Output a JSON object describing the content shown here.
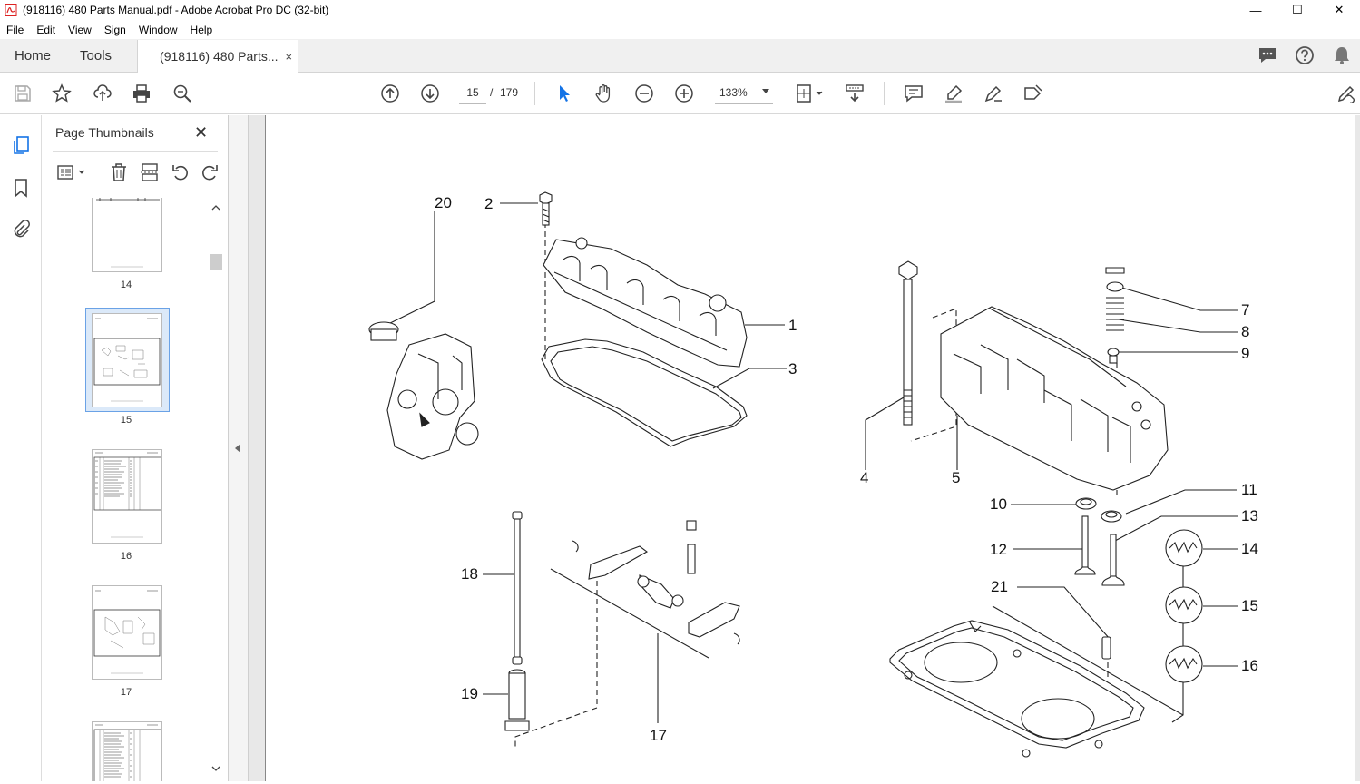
{
  "window": {
    "title": "(918116) 480 Parts Manual.pdf - Adobe Acrobat Pro DC (32-bit)",
    "minimize": "—",
    "restore": "☐",
    "close": "✕"
  },
  "menu": [
    "File",
    "Edit",
    "View",
    "Sign",
    "Window",
    "Help"
  ],
  "tabs": {
    "home": "Home",
    "tools": "Tools",
    "document": "(918116) 480 Parts...",
    "document_close": "×"
  },
  "toolbar": {
    "page_current": "15",
    "page_sep": "/",
    "page_total": "179",
    "zoom": "133%"
  },
  "panel": {
    "title": "Page Thumbnails",
    "close": "✕",
    "thumbnails": [
      {
        "page": "14",
        "selected": false
      },
      {
        "page": "15",
        "selected": true
      },
      {
        "page": "16",
        "selected": false
      },
      {
        "page": "17",
        "selected": false
      }
    ]
  },
  "diagram": {
    "callouts": [
      "20",
      "2",
      "1",
      "3",
      "4",
      "5",
      "7",
      "8",
      "9",
      "10",
      "11",
      "12",
      "13",
      "14",
      "15",
      "16",
      "18",
      "19",
      "17",
      "21"
    ]
  },
  "colors": {
    "accent": "#1473e6",
    "selected_thumb_bg": "#dbe9f9",
    "selected_thumb_border": "#6aa2e6"
  }
}
